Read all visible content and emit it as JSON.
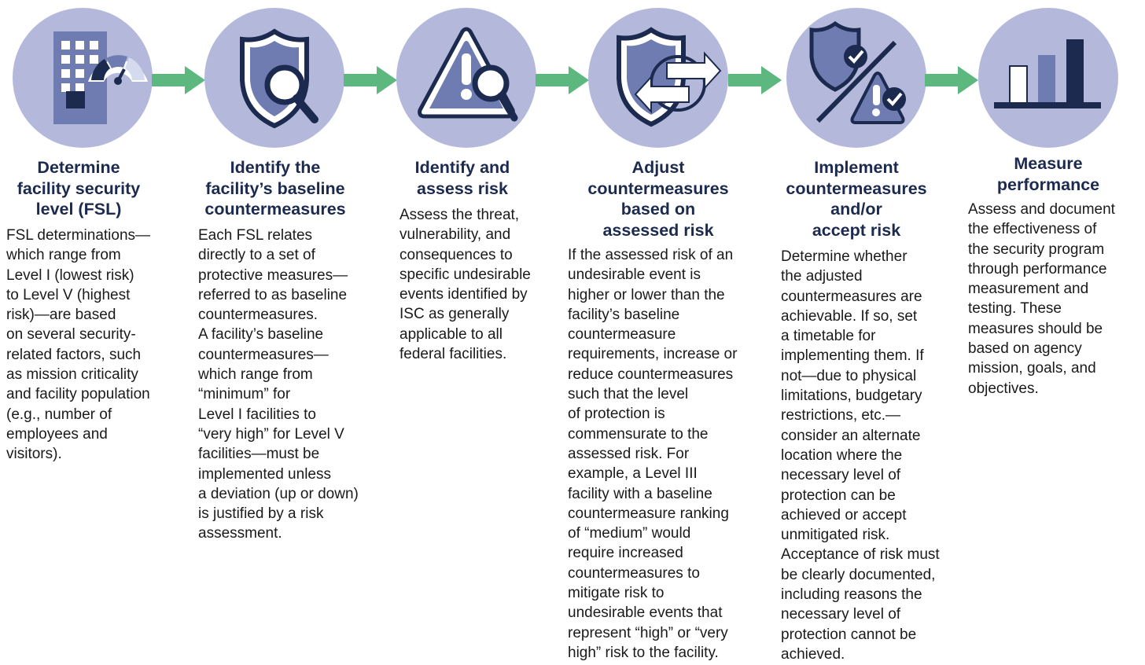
{
  "colors": {
    "circle_fill": "#b4b9dc",
    "icon_dark": "#1b2a4e",
    "icon_mid": "#6f7cb1",
    "icon_light": "#ffffff",
    "arrow": "#5cb87f",
    "title_text": "#1b2a4e"
  },
  "steps": [
    {
      "icon": "building-gauge-icon",
      "title": "Determine\nfacility security\nlevel (FSL)",
      "description": "FSL determinations—\nwhich range from\nLevel I (lowest risk)\nto Level V (highest\nrisk)—are based\non several security-\nrelated factors, such\nas mission criticality\nand facility population\n(e.g., number of\nemployees and\nvisitors)."
    },
    {
      "icon": "shield-magnifier-icon",
      "title": "Identify the\nfacility’s baseline\ncountermeasures",
      "description": "Each FSL relates\ndirectly to a set of\nprotective measures—\nreferred to as baseline\ncountermeasures.\nA facility’s baseline\ncountermeasures—\nwhich range from\n“minimum” for\nLevel I facilities to\n“very high” for Level V\nfacilities—must be\nimplemented unless\na deviation (up or down)\nis justified by a risk\nassessment."
    },
    {
      "icon": "warning-magnifier-icon",
      "title": "Identify and\nassess risk",
      "description": "Assess the threat,\nvulnerability, and\nconsequences to\nspecific undesirable\nevents identified by\nISC as generally\napplicable to all\nfederal facilities."
    },
    {
      "icon": "shield-adjust-arrows-icon",
      "title": "Adjust\ncountermeasures\nbased on\nassessed risk",
      "description": "If the assessed risk of an\nundesirable event is\nhigher or lower than the\nfacility’s baseline\ncountermeasure\nrequirements, increase or\nreduce countermeasures\nsuch that the level\nof protection is\ncommensurate to the\nassessed risk. For\nexample, a Level III\nfacility with a baseline\ncountermeasure ranking\nof “medium” would\nrequire increased\ncountermeasures to\nmitigate risk to\nundesirable events that\nrepresent “high” or “very\nhigh” risk to the facility."
    },
    {
      "icon": "shield-or-warning-check-icon",
      "title": "Implement\ncountermeasures\nand/or\naccept risk",
      "description": "Determine whether\nthe adjusted\ncountermeasures are\nachievable. If so, set\na timetable for\nimplementing them. If\nnot—due to physical\nlimitations, budgetary\nrestrictions, etc.—\nconsider an alternate\nlocation where the\nnecessary level of\nprotection can be\nachieved or accept\nunmitigated risk.\nAcceptance of risk must\nbe clearly documented,\nincluding reasons the\nnecessary level of\nprotection cannot be\nachieved."
    },
    {
      "icon": "bar-chart-icon",
      "title": "Measure\nperformance",
      "description": "Assess and document\nthe effectiveness of\nthe security program\nthrough performance\nmeasurement and\ntesting. These\nmeasures should be\nbased on agency\nmission, goals, and\nobjectives."
    }
  ]
}
